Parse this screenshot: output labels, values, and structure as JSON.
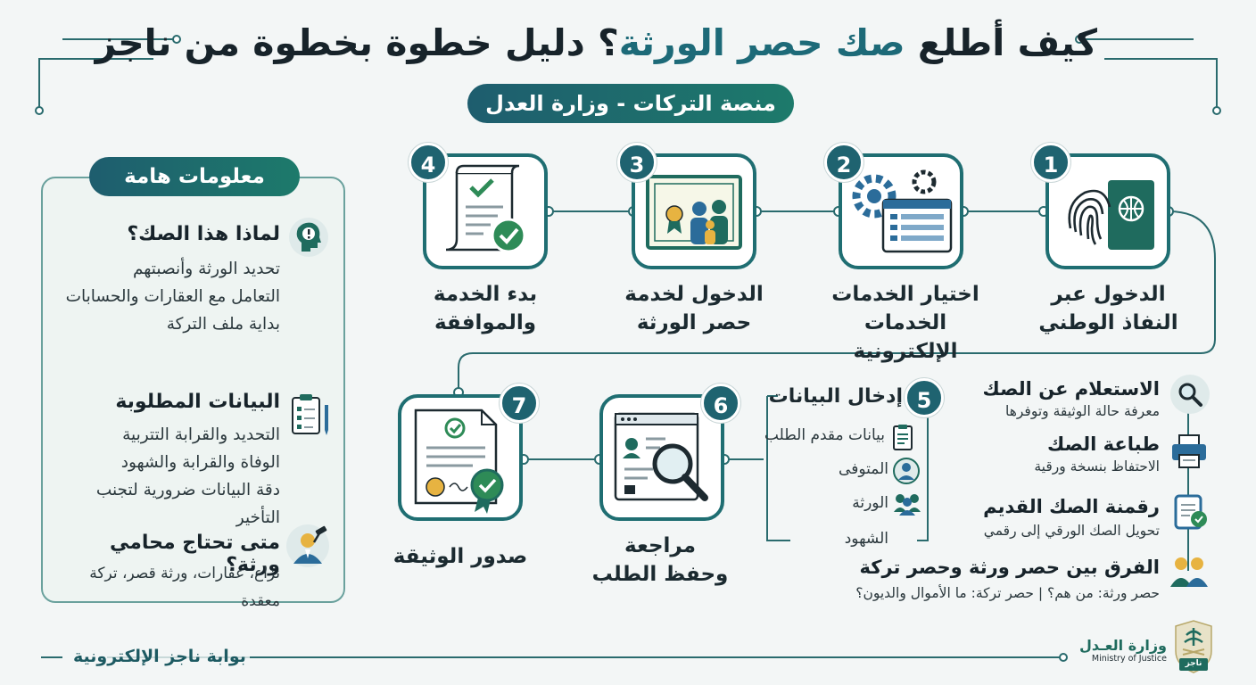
{
  "title": {
    "part1": "كيف أطلع ",
    "highlight": "صك حصر الورثة",
    "part2": "؟ دليل خطوة بخطوة من ناجز"
  },
  "subtitle": "منصة التركات - وزارة العدل",
  "steps": [
    {
      "num": "1",
      "line1": "الدخول عبر",
      "line2": "النفاذ الوطني",
      "icon": "fingerprint-passport-icon"
    },
    {
      "num": "2",
      "line1": "اختيار الخدمات",
      "line2": "الخدمات الإلكترونية",
      "icon": "gears-list-icon"
    },
    {
      "num": "3",
      "line1": "الدخول لخدمة",
      "line2": "حصر الورثة",
      "icon": "certificate-family-icon"
    },
    {
      "num": "4",
      "line1": "بدء الخدمة",
      "line2": "والموافقة",
      "icon": "document-check-icon"
    },
    {
      "num": "5",
      "title": "إدخال البيانات",
      "items": [
        "بيانات مقدم الطلب",
        "المتوفى",
        "الورثة",
        "الشهود"
      ]
    },
    {
      "num": "6",
      "line1": "مراجعة",
      "line2": "وحفظ الطلب",
      "icon": "form-magnifier-icon"
    },
    {
      "num": "7",
      "line1": "صدور الوثيقة",
      "icon": "certificate-seal-icon"
    }
  ],
  "important": {
    "heading": "معلومات هامة",
    "sections": [
      {
        "title": "لماذا هذا الصك؟",
        "lines": [
          "تحديد الورثة وأنصبتهم",
          "التعامل مع العقارات والحسابات",
          "بداية ملف التركة"
        ]
      },
      {
        "title": "البيانات المطلوبة",
        "lines": [
          "التحديد والقرابة التتربية",
          "الوفاة والقرابة والشهود",
          "دقة البيانات ضرورية لتجنب التأخير"
        ]
      },
      {
        "title": "متى تحتاج محامي ورثة؟",
        "lines": [
          "نزاع، عقارات، ورثة قصر، تركة معقدة"
        ]
      }
    ]
  },
  "extras": [
    {
      "title": "الاستعلام عن الصك",
      "desc": "معرفة حالة الوثيقة وتوفرها",
      "icon": "magnifier-icon"
    },
    {
      "title": "طباعة الصك",
      "desc": "الاحتفاظ بنسخة ورقية",
      "icon": "printer-icon"
    },
    {
      "title": "رقمنة الصك القديم",
      "desc": "تحويل الصك الورقي إلى رقمي",
      "icon": "tablet-check-icon"
    },
    {
      "title": "الفرق بين حصر ورثة وحصر تركة",
      "desc": "حصر ورثة: من هم؟ | حصر تركة: ما الأموال والديون؟",
      "icon": "people-icon"
    }
  ],
  "footer": {
    "portal": "بوابة ناجز الإلكترونية",
    "ministry_ar": "وزارة العـدل",
    "ministry_en": "Ministry of Justice",
    "badge": "ناجز"
  },
  "colors": {
    "primary": "#1f6e72",
    "dark": "#1f6370",
    "accent": "#2e8b57",
    "bg": "#f3f6f6"
  }
}
